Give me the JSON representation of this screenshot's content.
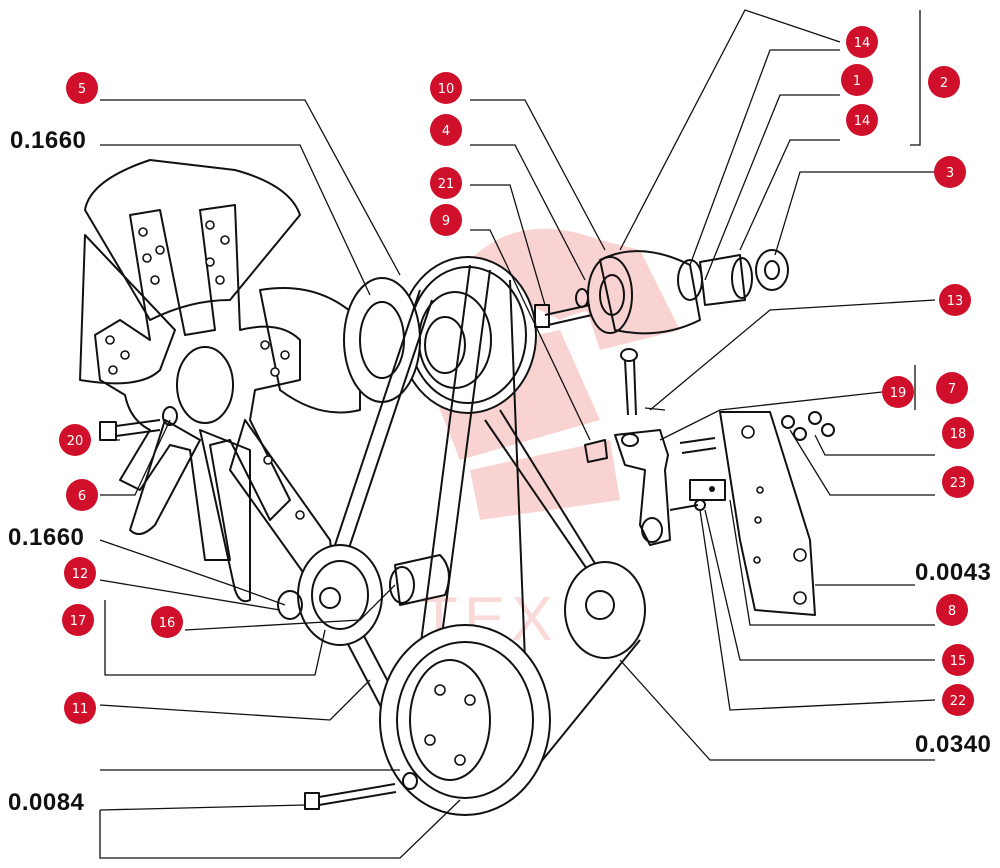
{
  "diagram": {
    "references": {
      "top_left": "0.1660",
      "mid_left": "0.1660",
      "bottom_left": "0.0084",
      "right_upper": "0.0043",
      "right_lower": "0.0340"
    },
    "watermark": "ТЕХ",
    "callouts": {
      "c1": "1",
      "c2": "2",
      "c3": "3",
      "c4": "4",
      "c5": "5",
      "c6": "6",
      "c7": "7",
      "c8": "8",
      "c9": "9",
      "c10": "10",
      "c11": "11",
      "c12": "12",
      "c13": "13",
      "c14a": "14",
      "c14b": "14",
      "c15": "15",
      "c16": "16",
      "c17": "17",
      "c18": "18",
      "c19": "19",
      "c20": "20",
      "c21": "21",
      "c22": "22",
      "c23": "23"
    },
    "colors": {
      "callout": "#d0102b",
      "ink": "#111111",
      "watermark": "#e53935"
    }
  }
}
